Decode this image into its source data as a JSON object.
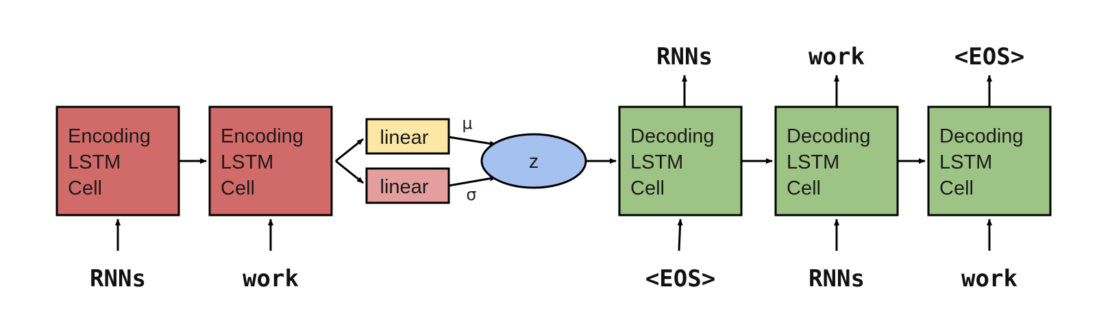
{
  "colors": {
    "encoder_fill": "#d16b69",
    "decoder_fill": "#9ec485",
    "linear_mu_fill": "#fde7a5",
    "linear_sigma_fill": "#e39e9d",
    "latent_fill": "#a4c1ef",
    "stroke": "#000000"
  },
  "encoders": [
    {
      "lines": [
        "Encoding",
        "LSTM",
        "Cell"
      ],
      "input": "RNNs"
    },
    {
      "lines": [
        "Encoding",
        "LSTM",
        "Cell"
      ],
      "input": "work"
    }
  ],
  "linear_layers": [
    {
      "label": "linear",
      "param": "μ"
    },
    {
      "label": "linear",
      "param": "σ"
    }
  ],
  "latent": {
    "label": "z"
  },
  "decoders": [
    {
      "lines": [
        "Decoding",
        "LSTM",
        "Cell"
      ],
      "input": "<EOS>",
      "output": "RNNs"
    },
    {
      "lines": [
        "Decoding",
        "LSTM",
        "Cell"
      ],
      "input": "RNNs",
      "output": "work"
    },
    {
      "lines": [
        "Decoding",
        "LSTM",
        "Cell"
      ],
      "input": "work",
      "output": "<EOS>"
    }
  ]
}
